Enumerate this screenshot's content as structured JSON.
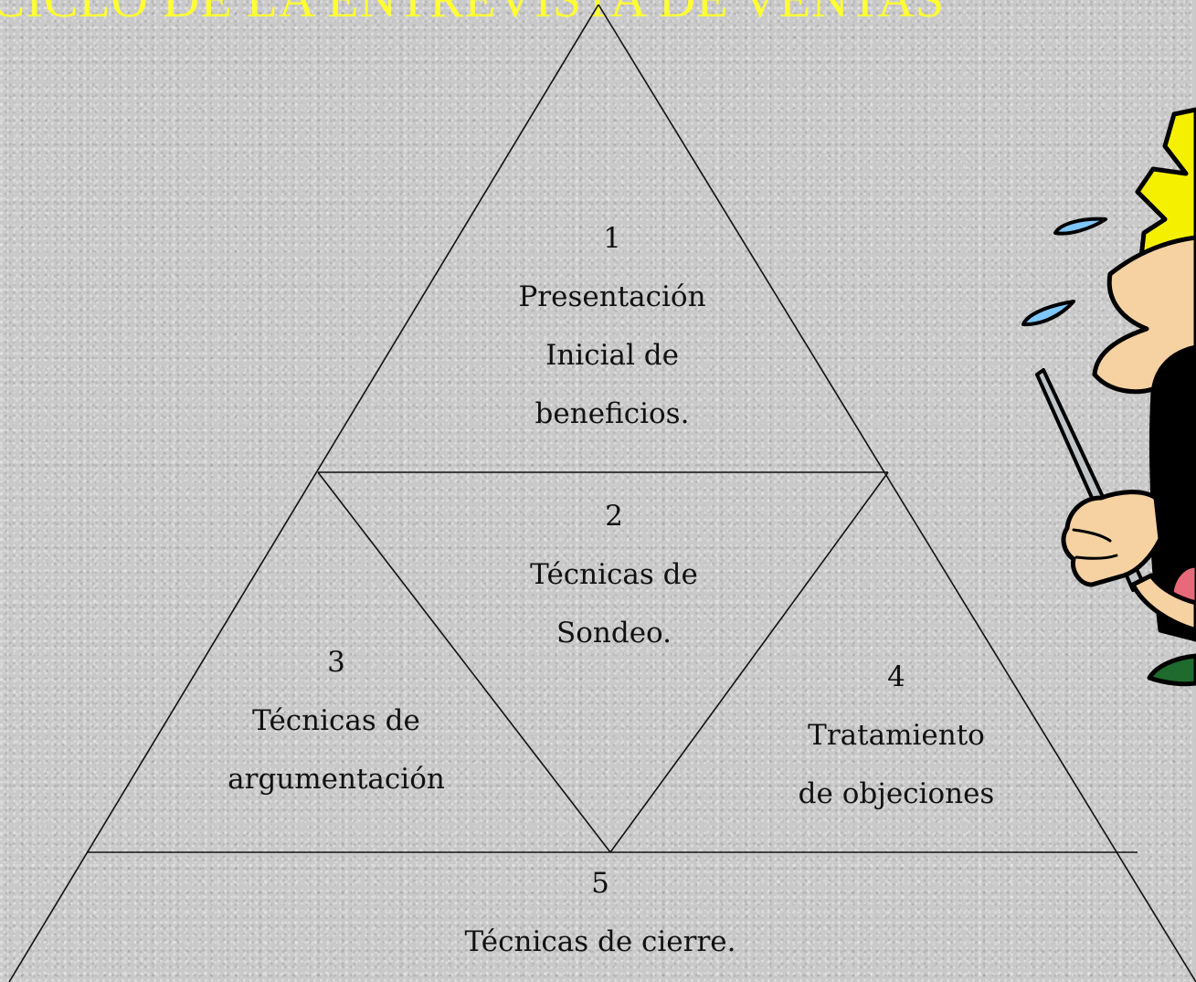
{
  "title": "CICLO DE LA ENTREVISTA DE VENTAS",
  "diagram": {
    "section_1": {
      "number": "1",
      "lines": [
        "Presentación",
        "Inicial de",
        "beneficios."
      ]
    },
    "section_2": {
      "number": "2",
      "lines": [
        "Técnicas de",
        "Sondeo."
      ]
    },
    "section_3": {
      "number": "3",
      "lines": [
        "Técnicas de",
        "argumentación"
      ]
    },
    "section_4": {
      "number": "4",
      "lines": [
        "Tratamiento",
        "de objeciones"
      ]
    },
    "section_5": {
      "number": "5",
      "lines": [
        "Técnicas de cierre."
      ]
    }
  },
  "colors": {
    "title": "#ffff33",
    "background": "#c9c9c9",
    "lines": "#111111"
  },
  "clipart": "cartoon-man-shouting-with-pointer"
}
